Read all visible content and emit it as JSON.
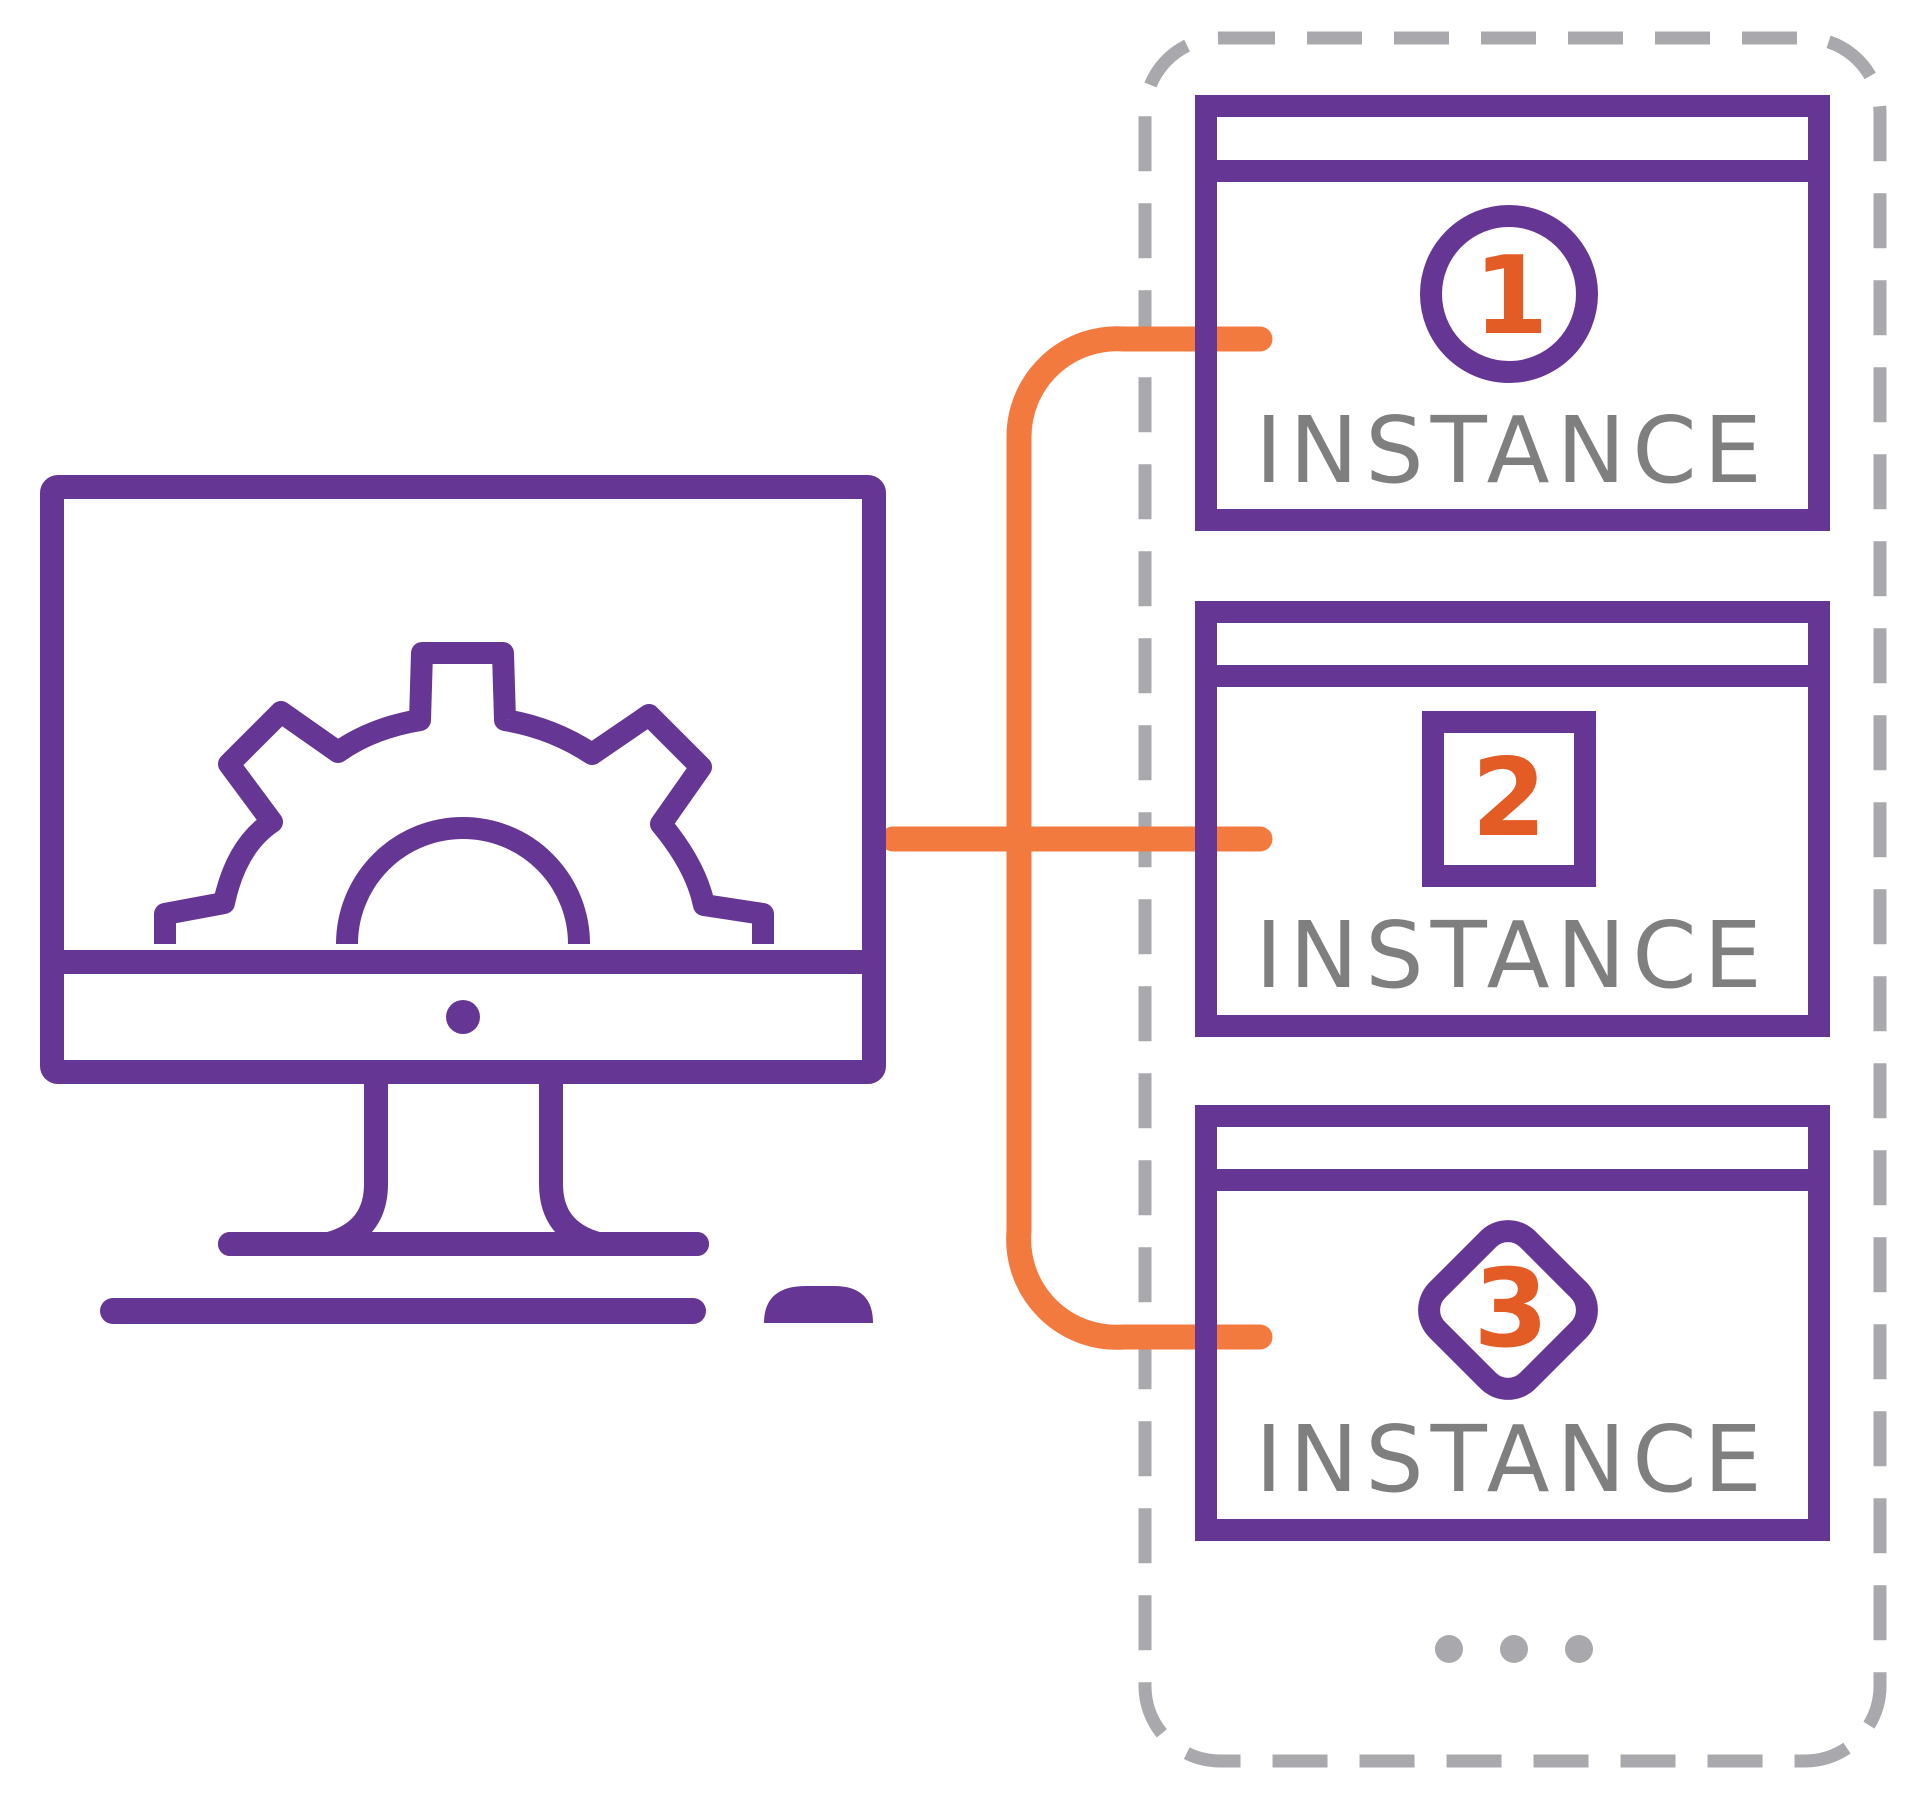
{
  "colors": {
    "primary": "#663695",
    "connector": "#F37A3F",
    "number": "#E35B25",
    "label": "#7F7F7F",
    "group_border": "#A9A9AD"
  },
  "computer": {
    "icon": "monitor-with-gear-icon",
    "accessories": [
      "keyboard-icon",
      "mouse-icon"
    ]
  },
  "instances": [
    {
      "number": "1",
      "label": "INSTANCE",
      "badge_shape": "circle"
    },
    {
      "number": "2",
      "label": "INSTANCE",
      "badge_shape": "square"
    },
    {
      "number": "3",
      "label": "INSTANCE",
      "badge_shape": "diamond"
    }
  ],
  "more_indicator": "ellipsis-icon"
}
